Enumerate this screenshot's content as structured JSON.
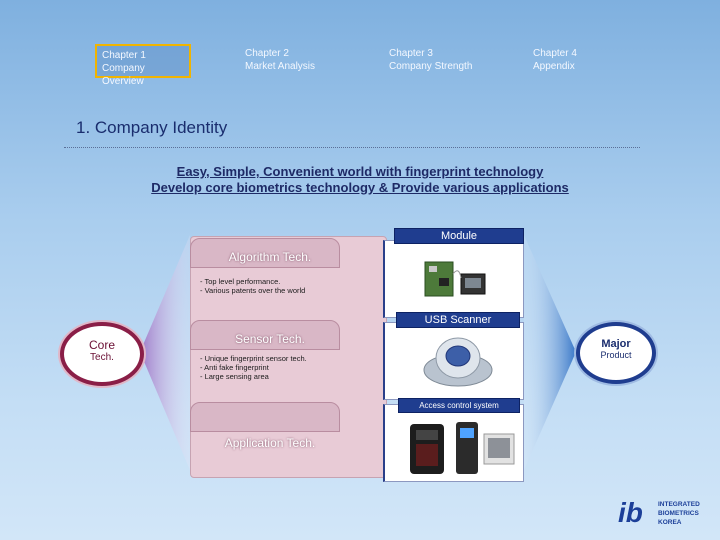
{
  "nav": [
    {
      "chapter": "Chapter 1",
      "title": "Company Overview",
      "active": true
    },
    {
      "chapter": "Chapter 2",
      "title": "Market Analysis",
      "active": false
    },
    {
      "chapter": "Chapter 3",
      "title": "Company Strength",
      "active": false
    },
    {
      "chapter": "Chapter 4",
      "title": "Appendix",
      "active": false
    }
  ],
  "section_title": "1. Company Identity",
  "taglines": [
    "Easy, Simple, Convenient world with fingerprint technology",
    "Develop core biometrics technology & Provide various applications"
  ],
  "core": {
    "title": "Core",
    "subtitle": "Tech."
  },
  "major": {
    "title": "Major",
    "subtitle": "Product"
  },
  "techs": [
    {
      "label": "Algorithm Tech.",
      "bullets": "- Top level performance.\n- Various patents over the world"
    },
    {
      "label": "Sensor Tech.",
      "bullets": "- Unique fingerprint sensor tech.\n- Anti fake fingerprint\n- Large sensing area"
    },
    {
      "label": "Application Tech.",
      "bullets": ""
    }
  ],
  "products": [
    {
      "label": "Module"
    },
    {
      "label": "USB Scanner"
    },
    {
      "label": "Access control system"
    }
  ],
  "logo": {
    "mark": "ib",
    "line1": "INTEGRATED",
    "line2": "BIOMETRICS",
    "line3": "KOREA"
  },
  "colors": {
    "accent_navy": "#1f3d8f",
    "core_maroon": "#8a1e47",
    "panel_pink": "#e8cbd6",
    "active_tab_border": "#f0b400"
  }
}
